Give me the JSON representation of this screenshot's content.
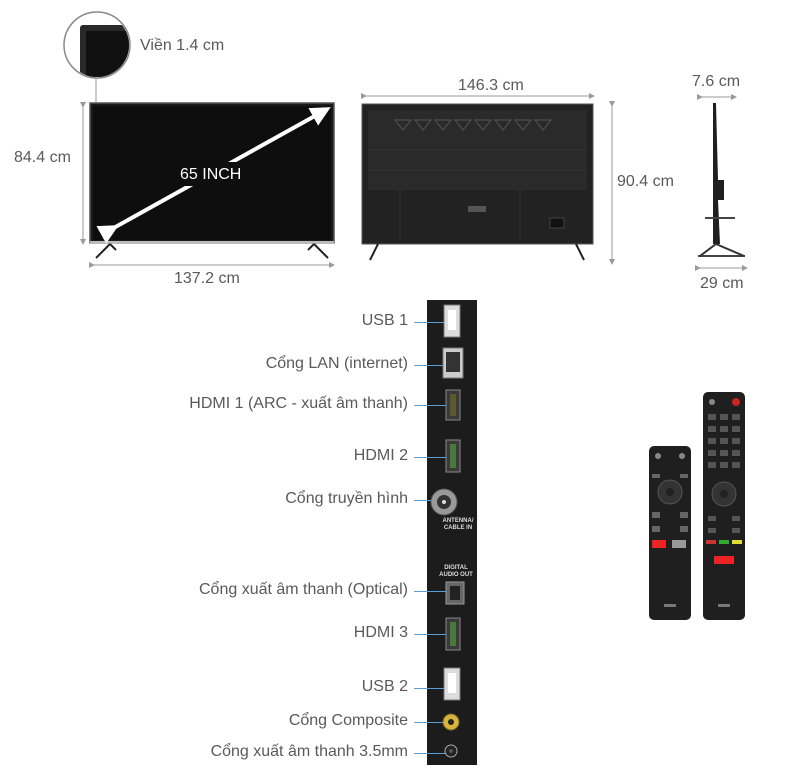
{
  "dimensions": {
    "bezel": "Viền 1.4 cm",
    "height_front": "84.4 cm",
    "screen_size": "65 INCH",
    "width_front": "137.2 cm",
    "width_back": "146.3 cm",
    "height_back": "90.4 cm",
    "depth_top": "7.6 cm",
    "depth_stand": "29 cm"
  },
  "ports": [
    {
      "label": "USB 1",
      "icon": "usb-port-icon"
    },
    {
      "label": "Cổng LAN (internet)",
      "icon": "lan-port-icon"
    },
    {
      "label": "HDMI 1 (ARC - xuất âm thanh)",
      "icon": "hdmi-port-icon"
    },
    {
      "label": "HDMI 2",
      "icon": "hdmi-port-icon"
    },
    {
      "label": "Cổng truyền hình",
      "icon": "antenna-port-icon"
    },
    {
      "label": "Cổng xuất âm thanh (Optical)",
      "icon": "optical-port-icon"
    },
    {
      "label": "HDMI 3",
      "icon": "hdmi-port-icon"
    },
    {
      "label": "USB 2",
      "icon": "usb-port-icon"
    },
    {
      "label": "Cổng Composite",
      "icon": "composite-port-icon"
    },
    {
      "label": "Cổng xuất âm thanh 3.5mm",
      "icon": "audio-jack-icon"
    }
  ],
  "panel_text": {
    "antenna": "ANTENNA/ CABLE IN",
    "digital_audio": "DIGITAL AUDIO OUT"
  },
  "colors": {
    "dimension_line": "#9a9a9a",
    "leader_line": "#5aa0d8",
    "panel": "#1c1c1c"
  }
}
